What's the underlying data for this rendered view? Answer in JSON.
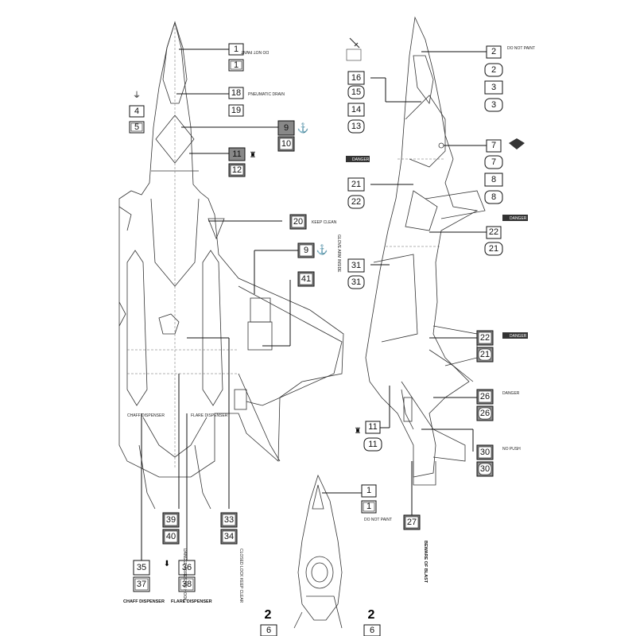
{
  "labels": {
    "do_not_paint_top": "DO NOT PAINT",
    "do_not_paint_side": "DO NOT PAINT",
    "pneumatic_drain": "PNEUMATIC DRAIN",
    "keep_clean": "KEEP CLEAN",
    "glove_arm_inside": "GLOVE ARM INSIDE",
    "danger_1": "DANGER",
    "danger_2": "DANGER",
    "danger_3": "DANGER",
    "danger_4": "DANGER",
    "no_push": "NO PUSH",
    "beware_of_blast": "BEWARE OF BLAST",
    "chaff_dispenser": "CHAFF DISPENSER",
    "flare_dispenser": "FLARE DISPENSER",
    "danger_arrester_hook": "DANGER ARRESTER HOOK",
    "closed_lock": "CLOSED LOCK KEEP CLEAR",
    "chaff_dispenser_small": "CHAFF DISPENSER",
    "flare_dispenser_small": "FLARE DISPENSER"
  },
  "callouts": {
    "c1a": "1",
    "c1b": "1",
    "c18": "18",
    "c19": "19",
    "c4": "4",
    "c5": "5",
    "c9": "9",
    "c10": "10",
    "c11": "11",
    "c12": "12",
    "c20": "20",
    "c9b": "9",
    "c41": "41",
    "c39": "39",
    "c40": "40",
    "c33": "33",
    "c34": "34",
    "c35": "35",
    "c37": "37",
    "c36": "36",
    "c38": "38",
    "c1c": "1",
    "c1d": "1",
    "c2a": "2",
    "c2b": "2",
    "c3a": "3",
    "c3b": "3",
    "c16": "16",
    "c15": "15",
    "c14": "14",
    "c13": "13",
    "c7a": "7",
    "c7b": "7",
    "c8a": "8",
    "c8b": "8",
    "c21a": "21",
    "c22a": "22",
    "c22b": "22",
    "c21b": "21",
    "c31a": "31",
    "c31b": "31",
    "c22c": "22",
    "c21c": "21",
    "c26a": "26",
    "c26b": "26",
    "c11b": "11",
    "c11c": "11",
    "c30a": "30",
    "c30b": "30",
    "c27": "27",
    "c2c": "2",
    "c2d": "2",
    "c6a": "6",
    "c6b": "6"
  }
}
